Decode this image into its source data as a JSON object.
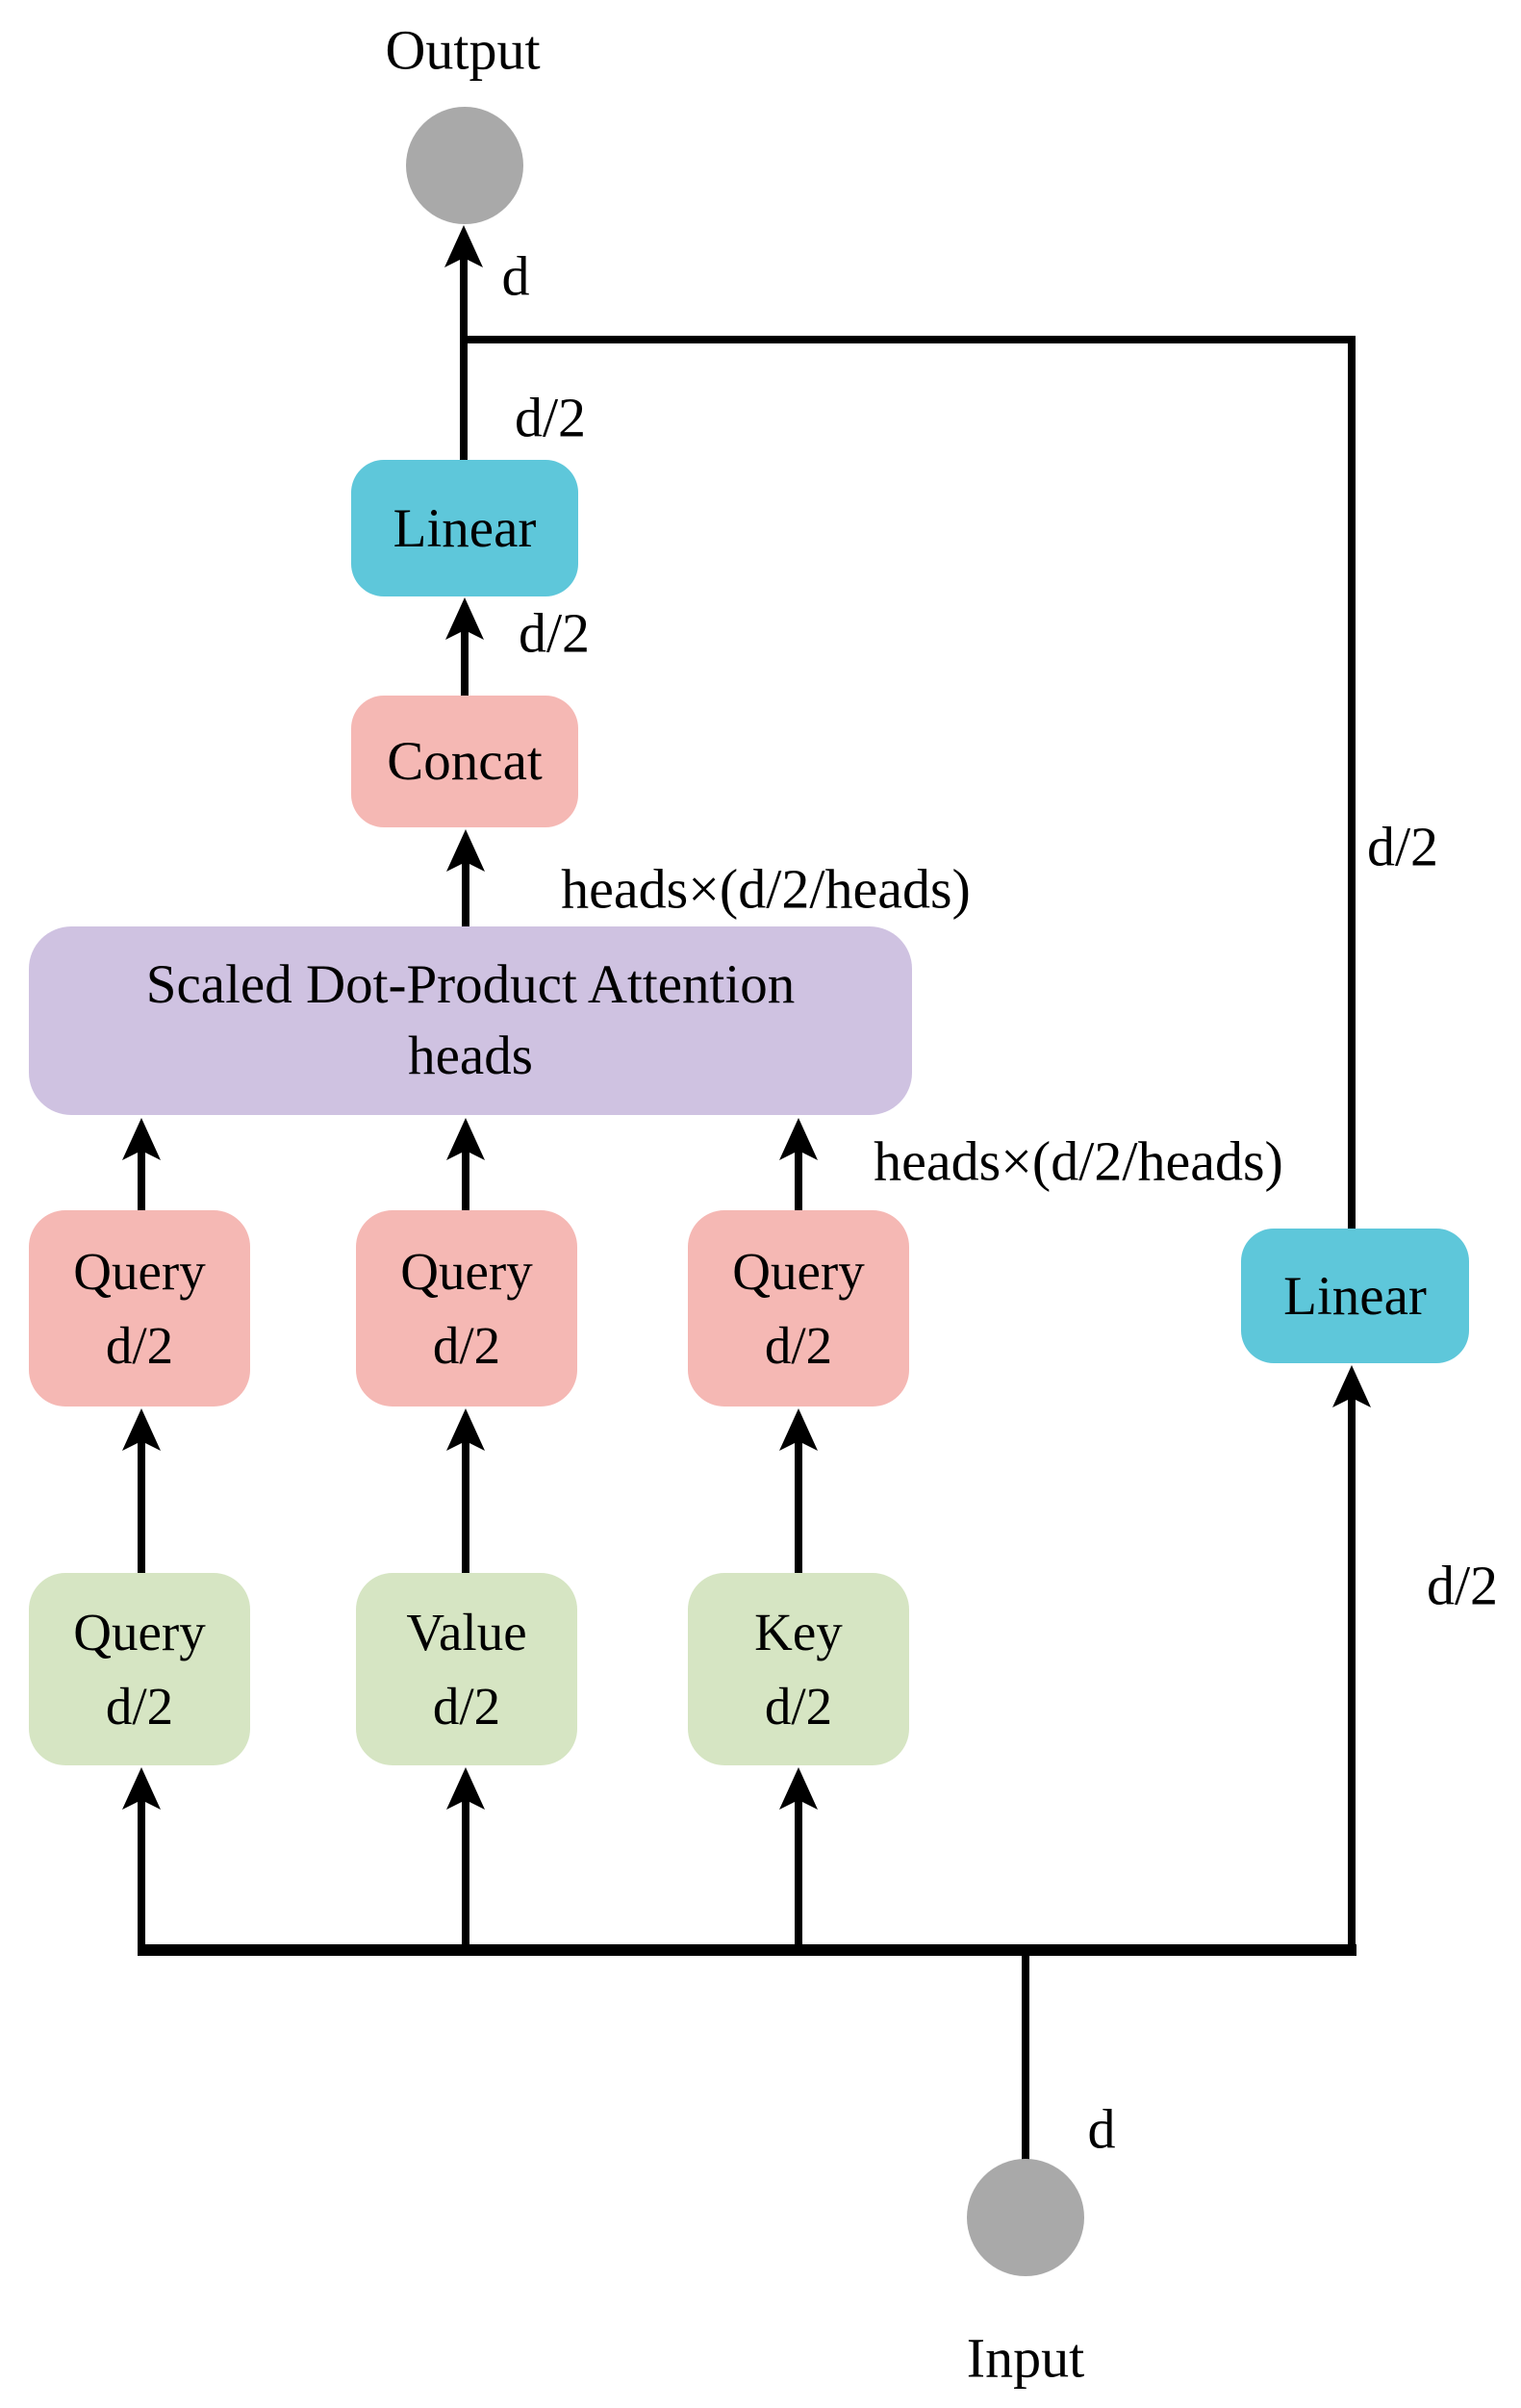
{
  "diagram": {
    "title_labels": {
      "output": "Output",
      "input": "Input"
    },
    "boxes": {
      "linear_top": {
        "label": "Linear"
      },
      "concat": {
        "label": "Concat"
      },
      "attention": {
        "title": "Scaled Dot-Product Attention",
        "subtitle": "heads"
      },
      "head_query_1": {
        "label": "Query",
        "dim": "d/2"
      },
      "head_query_2": {
        "label": "Query",
        "dim": "d/2"
      },
      "head_query_3": {
        "label": "Query",
        "dim": "d/2"
      },
      "proj_query": {
        "label": "Query",
        "dim": "d/2"
      },
      "proj_value": {
        "label": "Value",
        "dim": "d/2"
      },
      "proj_key": {
        "label": "Key",
        "dim": "d/2"
      },
      "linear_right": {
        "label": "Linear"
      }
    },
    "edge_labels": {
      "out_dim": "d",
      "linear_out_dim": "d/2",
      "concat_out_dim": "d/2",
      "attention_out_dim": "heads×(d/2/heads)",
      "attention_in_dim": "heads×(d/2/heads)",
      "residual_dim": "d/2",
      "linear_right_in_dim": "d/2",
      "input_dim": "d"
    },
    "colors": {
      "cyan": "#5ec7da",
      "pink": "#f5b8b4",
      "purple": "#cfc2e1",
      "green": "#d6e5c3",
      "node_gray": "#a9a9a9",
      "line": "#000000"
    }
  }
}
